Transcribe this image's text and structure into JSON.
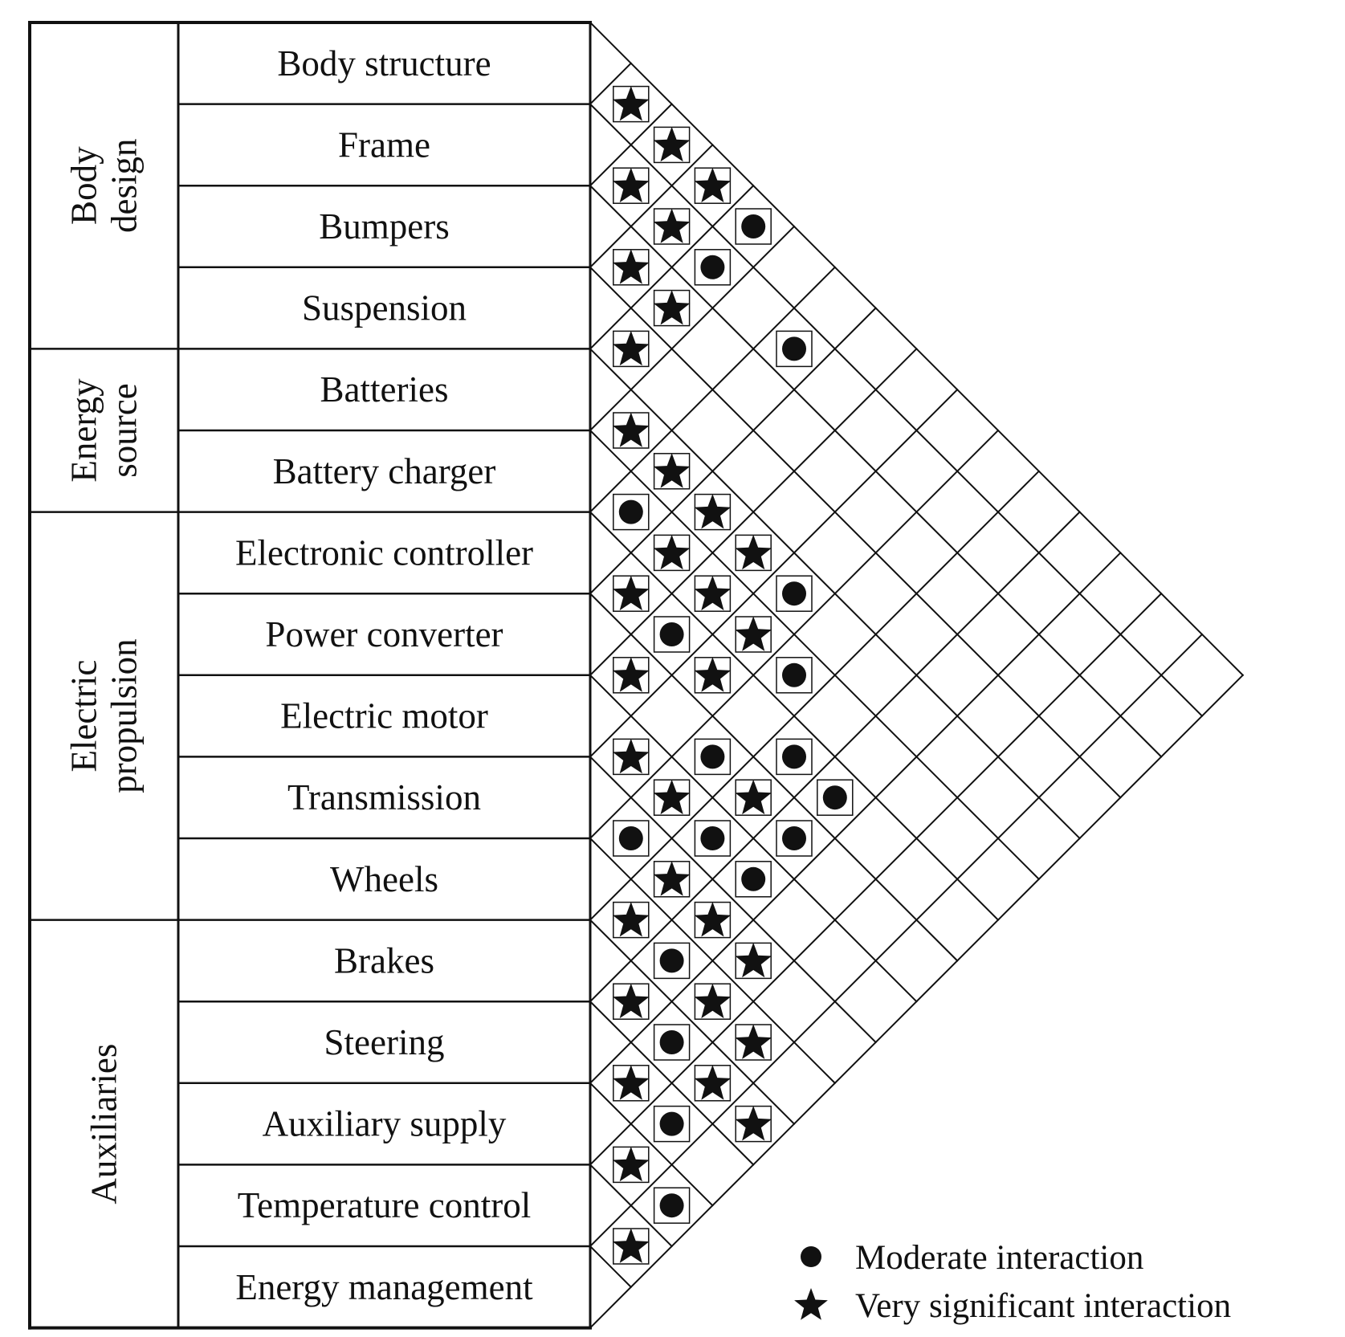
{
  "groups": [
    {
      "label_lines": [
        "Body",
        "design"
      ],
      "rows": [
        0,
        3
      ]
    },
    {
      "label_lines": [
        "Energy",
        "source"
      ],
      "rows": [
        4,
        5
      ]
    },
    {
      "label_lines": [
        "Electric",
        "propulsion"
      ],
      "rows": [
        6,
        10
      ]
    },
    {
      "label_lines": [
        "Auxiliaries"
      ],
      "rows": [
        11,
        15
      ]
    }
  ],
  "items": [
    "Body structure",
    "Frame",
    "Bumpers",
    "Suspension",
    "Batteries",
    "Battery charger",
    "Electronic controller",
    "Power converter",
    "Electric motor",
    "Transmission",
    "Wheels",
    "Brakes",
    "Steering",
    "Auxiliary supply",
    "Temperature control",
    "Energy management"
  ],
  "interactions": [
    {
      "a": 0,
      "b": 1,
      "level": "star"
    },
    {
      "a": 0,
      "b": 2,
      "level": "star"
    },
    {
      "a": 1,
      "b": 2,
      "level": "star"
    },
    {
      "a": 0,
      "b": 3,
      "level": "star"
    },
    {
      "a": 1,
      "b": 3,
      "level": "star"
    },
    {
      "a": 1,
      "b": 4,
      "level": "circle"
    },
    {
      "a": 2,
      "b": 3,
      "level": "star"
    },
    {
      "a": 0,
      "b": 4,
      "level": "circle"
    },
    {
      "a": 2,
      "b": 4,
      "level": "star"
    },
    {
      "a": 1,
      "b": 6,
      "level": "circle"
    },
    {
      "a": 3,
      "b": 4,
      "level": "star"
    },
    {
      "a": 4,
      "b": 5,
      "level": "star"
    },
    {
      "a": 4,
      "b": 6,
      "level": "star"
    },
    {
      "a": 4,
      "b": 7,
      "level": "star"
    },
    {
      "a": 4,
      "b": 8,
      "level": "star"
    },
    {
      "a": 4,
      "b": 9,
      "level": "circle"
    },
    {
      "a": 5,
      "b": 6,
      "level": "circle"
    },
    {
      "a": 5,
      "b": 7,
      "level": "star"
    },
    {
      "a": 5,
      "b": 8,
      "level": "star"
    },
    {
      "a": 5,
      "b": 9,
      "level": "star"
    },
    {
      "a": 5,
      "b": 10,
      "level": "circle"
    },
    {
      "a": 6,
      "b": 7,
      "level": "star"
    },
    {
      "a": 6,
      "b": 8,
      "level": "circle"
    },
    {
      "a": 6,
      "b": 9,
      "level": "star"
    },
    {
      "a": 6,
      "b": 11,
      "level": "circle"
    },
    {
      "a": 6,
      "b": 12,
      "level": "circle"
    },
    {
      "a": 7,
      "b": 8,
      "level": "star"
    },
    {
      "a": 7,
      "b": 10,
      "level": "circle"
    },
    {
      "a": 7,
      "b": 11,
      "level": "star"
    },
    {
      "a": 7,
      "b": 12,
      "level": "circle"
    },
    {
      "a": 8,
      "b": 9,
      "level": "star"
    },
    {
      "a": 8,
      "b": 10,
      "level": "star"
    },
    {
      "a": 8,
      "b": 11,
      "level": "circle"
    },
    {
      "a": 8,
      "b": 12,
      "level": "circle"
    },
    {
      "a": 9,
      "b": 10,
      "level": "circle"
    },
    {
      "a": 9,
      "b": 11,
      "level": "star"
    },
    {
      "a": 9,
      "b": 12,
      "level": "star"
    },
    {
      "a": 9,
      "b": 13,
      "level": "star"
    },
    {
      "a": 10,
      "b": 11,
      "level": "star"
    },
    {
      "a": 10,
      "b": 12,
      "level": "circle"
    },
    {
      "a": 10,
      "b": 13,
      "level": "star"
    },
    {
      "a": 10,
      "b": 14,
      "level": "star"
    },
    {
      "a": 11,
      "b": 12,
      "level": "star"
    },
    {
      "a": 11,
      "b": 13,
      "level": "circle"
    },
    {
      "a": 11,
      "b": 14,
      "level": "star"
    },
    {
      "a": 11,
      "b": 15,
      "level": "star"
    },
    {
      "a": 12,
      "b": 13,
      "level": "star"
    },
    {
      "a": 12,
      "b": 14,
      "level": "circle"
    },
    {
      "a": 13,
      "b": 14,
      "level": "star"
    },
    {
      "a": 13,
      "b": 15,
      "level": "circle"
    },
    {
      "a": 14,
      "b": 15,
      "level": "star"
    }
  ],
  "legend": {
    "circle_label": "Moderate interaction",
    "star_label": "Very significant interaction"
  },
  "colors": {
    "line": "#111111",
    "mark": "#111111",
    "background": "#ffffff"
  }
}
